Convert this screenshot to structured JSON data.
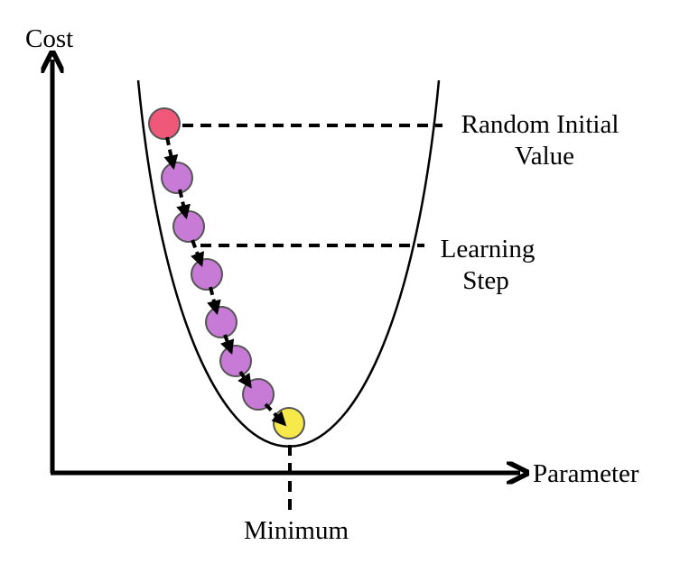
{
  "labels": {
    "y_axis": "Cost",
    "x_axis": "Parameter",
    "random_initial_line1": "Random Initial",
    "random_initial_line2": "Value",
    "learning_step_line1": "Learning",
    "learning_step_line2": "Step",
    "minimum": "Minimum"
  },
  "colors": {
    "background": "#ffffff",
    "stroke": "#000000",
    "initial_point": "#f0587a",
    "step_point": "#c77ad6",
    "minimum_point": "#f7e94a",
    "point_outline": "#555555"
  }
}
